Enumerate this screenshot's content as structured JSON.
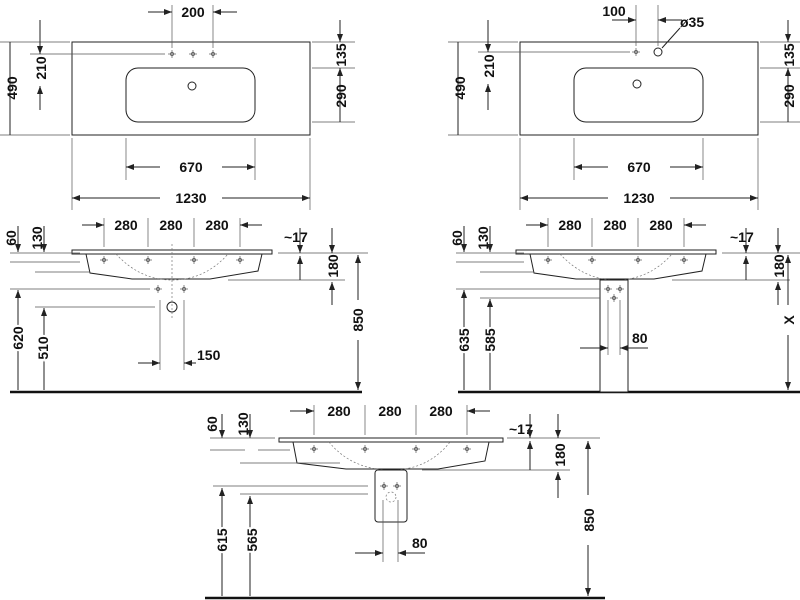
{
  "title": "Washbasin dimension drawing",
  "plan_view_3_hole": {
    "tap_spacing": "200",
    "depth_to_tap": "210",
    "total_depth": "490",
    "tap_to_edge": "135",
    "basin_depth": "290",
    "basin_width": "670",
    "total_width": "1230"
  },
  "plan_view_1_hole": {
    "tap_offset": "100",
    "hole_diameter": "ø35",
    "depth_to_tap": "210",
    "total_depth": "490",
    "tap_to_edge": "135",
    "basin_depth": "290",
    "basin_width": "670",
    "total_width": "1230"
  },
  "side_view_wall": {
    "fixing_1": "280",
    "fixing_2": "280",
    "fixing_3": "280",
    "dim_60": "60",
    "dim_130": "130",
    "dim_17": "~17",
    "dim_180": "180",
    "height": "850",
    "dim_620": "620",
    "dim_510": "510",
    "dim_150": "150"
  },
  "side_view_pedestal": {
    "fixing_1": "280",
    "fixing_2": "280",
    "fixing_3": "280",
    "dim_60": "60",
    "dim_130": "130",
    "dim_17": "~17",
    "dim_180": "180",
    "height": "X",
    "dim_635": "635",
    "dim_585": "585",
    "dim_80": "80"
  },
  "side_view_siphon": {
    "fixing_1": "280",
    "fixing_2": "280",
    "fixing_3": "280",
    "dim_60": "60",
    "dim_130": "130",
    "dim_17": "~17",
    "dim_180": "180",
    "height": "850",
    "dim_615": "615",
    "dim_565": "565",
    "dim_80": "80"
  }
}
